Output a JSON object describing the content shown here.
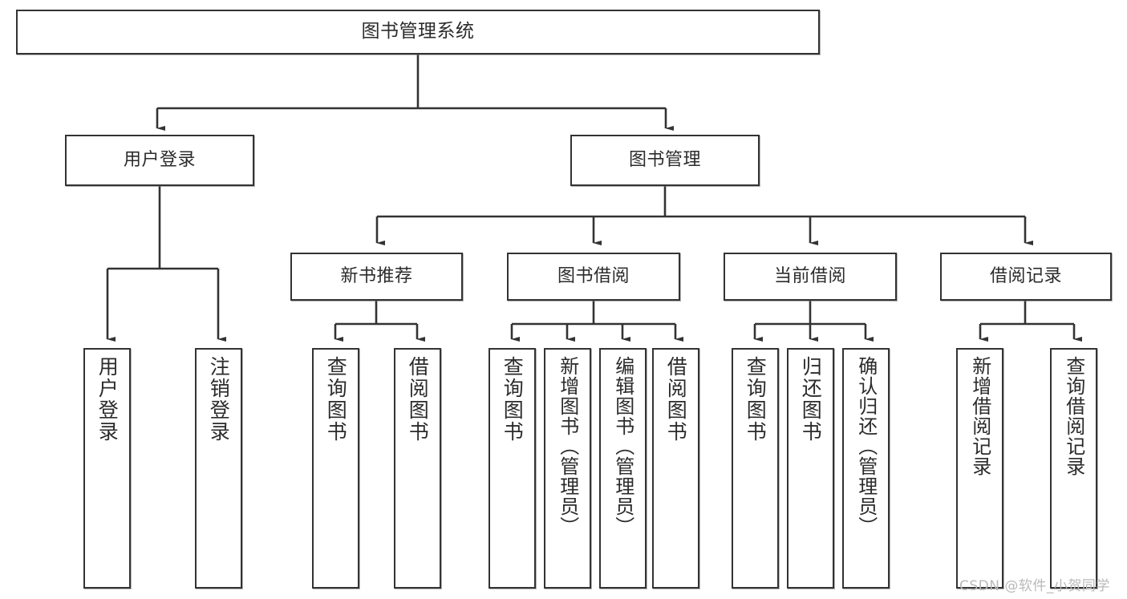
{
  "diagram": {
    "title": "图书管理系统",
    "type": "hierarchy-tree",
    "colors": {
      "node_border": "#333333",
      "node_fill": "#ffffff",
      "edge": "#333333",
      "text": "#2b2b2b",
      "watermark": "#b9b9b9",
      "background": "#ffffff"
    },
    "nodes": {
      "root": {
        "label": "图书管理系统"
      },
      "level2": [
        {
          "label": "用户登录"
        },
        {
          "label": "图书管理"
        }
      ],
      "level3": [
        {
          "label": "新书推荐"
        },
        {
          "label": "图书借阅"
        },
        {
          "label": "当前借阅"
        },
        {
          "label": "借阅记录"
        }
      ],
      "leaves": {
        "user_login": [
          {
            "label": "用户登录"
          },
          {
            "label": "注销登录"
          }
        ],
        "new_book_recommend": [
          {
            "label": "查询图书"
          },
          {
            "label": "借阅图书"
          }
        ],
        "book_borrow": [
          {
            "label": "查询图书"
          },
          {
            "label": "新增图书（管理员）"
          },
          {
            "label": "编辑图书（管理员）"
          },
          {
            "label": "借阅图书"
          }
        ],
        "current_borrow": [
          {
            "label": "查询图书"
          },
          {
            "label": "归还图书"
          },
          {
            "label": "确认归还（管理员）"
          }
        ],
        "borrow_record": [
          {
            "label": "新增借阅记录"
          },
          {
            "label": "查询借阅记录"
          }
        ]
      }
    },
    "watermark": "CSDN @软件_小贺同学"
  }
}
